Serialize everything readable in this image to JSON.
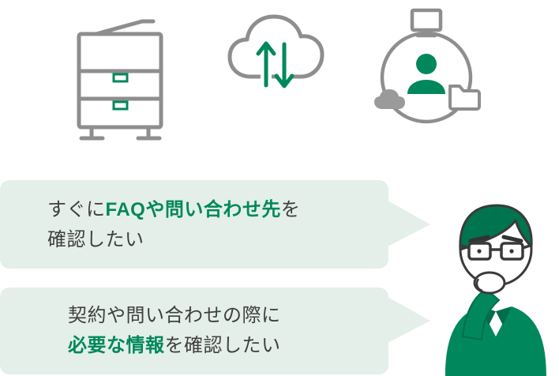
{
  "illustration": {
    "description": "Concept illustration with device icons, speech bubbles and a thinking person",
    "icons": [
      {
        "name": "multifunction-printer-icon"
      },
      {
        "name": "cloud-upload-download-icon"
      },
      {
        "name": "user-device-network-icon"
      }
    ]
  },
  "bubbles": [
    {
      "prefix": "すぐに",
      "highlight": "FAQや問い合わせ先",
      "suffix": "を",
      "line2": "確認したい"
    },
    {
      "line1": "契約や問い合わせの際に",
      "highlight": "必要な情報",
      "suffix": "を確認したい"
    }
  ],
  "colors": {
    "accent_green": "#00885c",
    "hair_green": "#00744e",
    "icon_gray": "#8e8e8e",
    "bubble_bg": "#e4efe9",
    "text": "#3f3f3f"
  }
}
